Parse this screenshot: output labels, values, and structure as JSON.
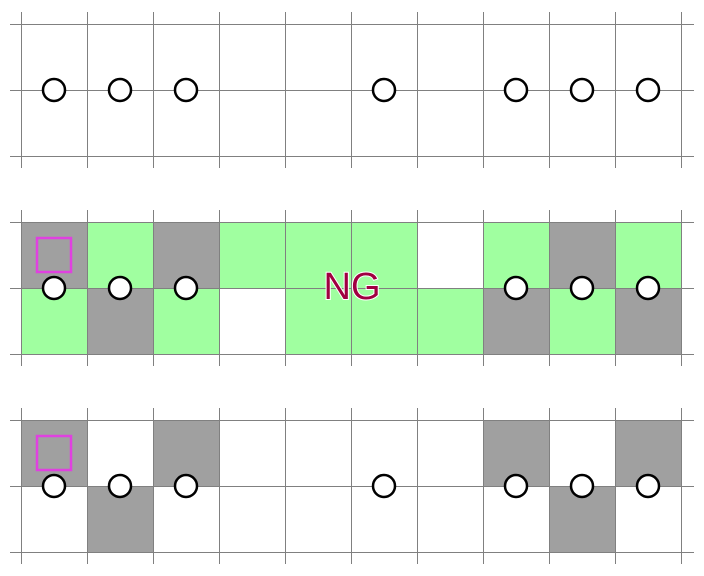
{
  "grid": {
    "cols": 10,
    "rows": 2
  },
  "colors": {
    "background": "#ffffff",
    "grid_line": "#808080",
    "shaded_cell": "#a0a0a0",
    "green_cell": "#a0ffa0",
    "circle_stroke": "#000000",
    "circle_fill": "#ffffff",
    "marker_square": "#e040e0",
    "ng_text": "#a00040",
    "ng_outline": "#ffffff"
  },
  "ng_label": "NG",
  "panels": [
    {
      "name": "top",
      "cells": [
        [
          "",
          "",
          "",
          "",
          "",
          "",
          "",
          "",
          "",
          ""
        ],
        [
          "",
          "",
          "",
          "",
          "",
          "",
          "",
          "",
          "",
          ""
        ]
      ],
      "circles": [
        0,
        1,
        2,
        5,
        7,
        8,
        9
      ],
      "marker_cell": null,
      "show_ng": false
    },
    {
      "name": "middle",
      "cells": [
        [
          "gray",
          "green",
          "gray",
          "green",
          "green",
          "green",
          "",
          "green",
          "gray",
          "green"
        ],
        [
          "green",
          "gray",
          "green",
          "",
          "green",
          "green",
          "green",
          "gray",
          "green",
          "gray"
        ]
      ],
      "circles": [
        0,
        1,
        2,
        7,
        8,
        9
      ],
      "marker_cell": 0,
      "show_ng": true
    },
    {
      "name": "bottom",
      "cells": [
        [
          "gray",
          "",
          "gray",
          "",
          "",
          "",
          "",
          "gray",
          "",
          "gray"
        ],
        [
          "",
          "gray",
          "",
          "",
          "",
          "",
          "",
          "",
          "gray",
          ""
        ]
      ],
      "circles": [
        0,
        1,
        2,
        5,
        7,
        8,
        9
      ],
      "marker_cell": 0,
      "show_ng": false
    }
  ]
}
